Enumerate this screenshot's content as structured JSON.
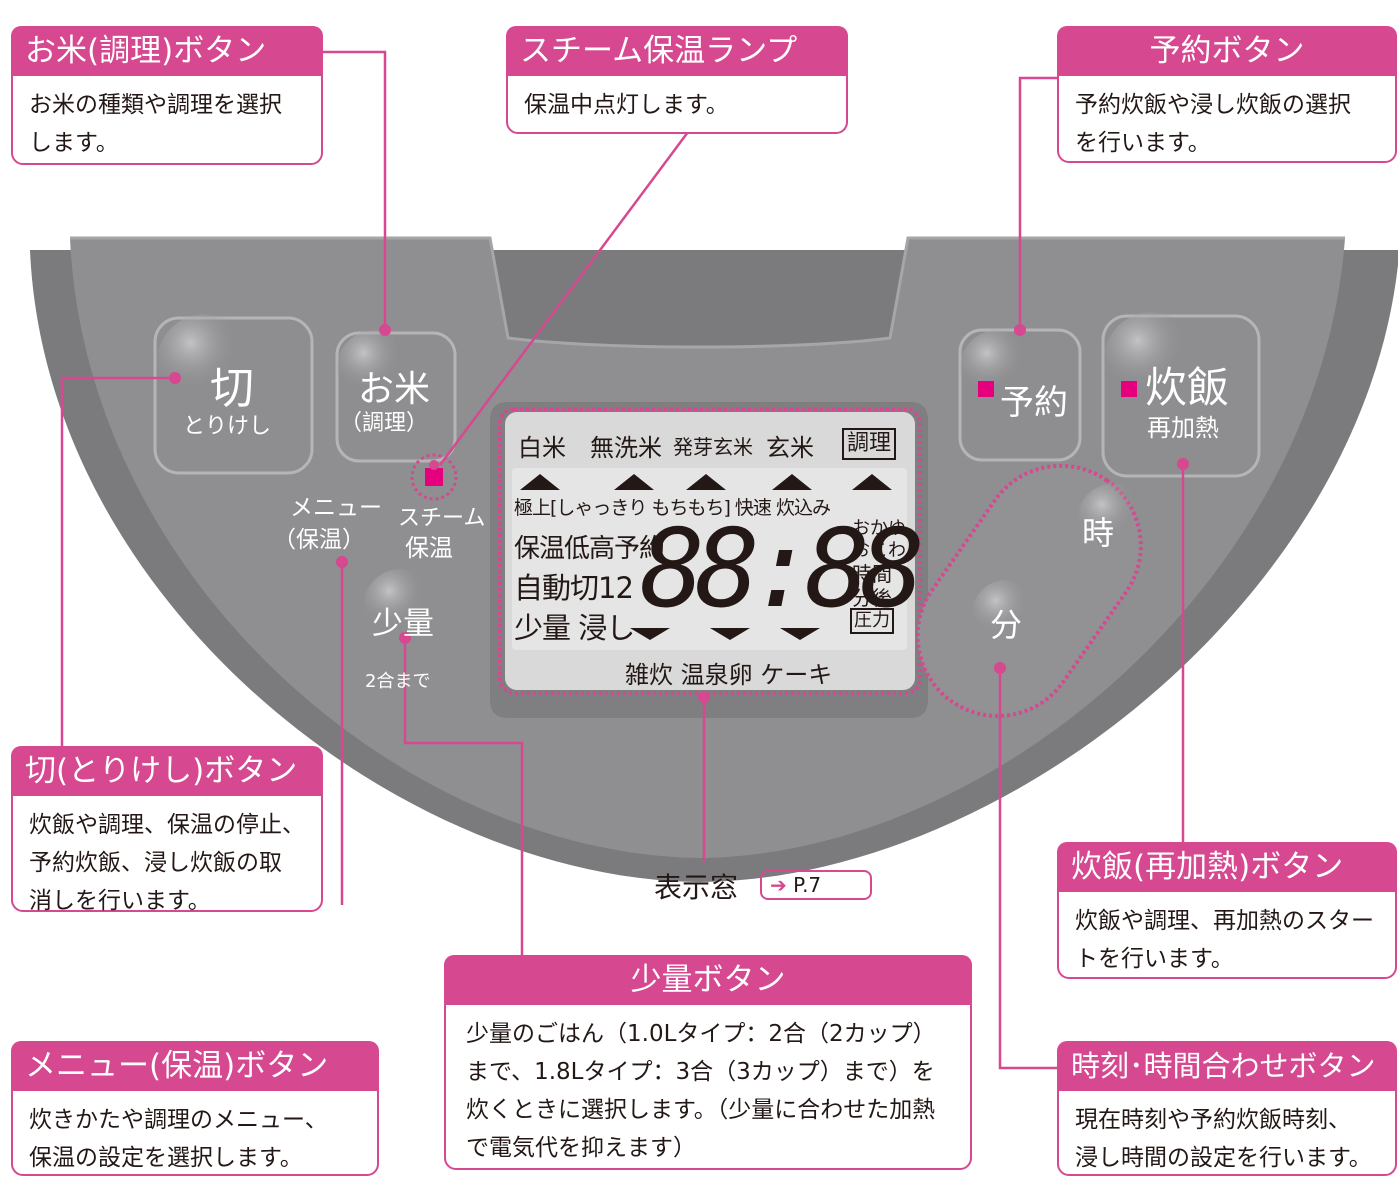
{
  "callouts": {
    "okome": {
      "title": "お米(調理)ボタン",
      "lines": [
        "お米の種類や調理を選択",
        "します。"
      ]
    },
    "steam": {
      "title": "スチーム保温ランプ",
      "lines": [
        "保温中点灯します。"
      ]
    },
    "yoyaku": {
      "title": "予約ボタン",
      "lines": [
        "予約炊飯や浸し炊飯の選択",
        "を行います。"
      ]
    },
    "kiri": {
      "title": "切(とりけし)ボタン",
      "lines": [
        "炊飯や調理、保温の停止、",
        "予約炊飯、浸し炊飯の取",
        "消しを行います。"
      ]
    },
    "suihan": {
      "title": "炊飯(再加熱)ボタン",
      "lines": [
        "炊飯や調理、再加熱のスター",
        "トを行います。"
      ]
    },
    "menu": {
      "title": "メニュー(保温)ボタン",
      "lines": [
        "炊きかたや調理のメニュー、",
        "保温の設定を選択します。"
      ]
    },
    "shoryo": {
      "title": "少量ボタン",
      "lines": [
        "少量のごはん（1.0Lタイプ：2合（2カップ）",
        "まで、1.8Lタイプ：3合（3カップ）まで）を",
        "炊くときに選択します。（少量に合わせた加熱",
        "で電気代を抑えます）"
      ]
    },
    "jikoku": {
      "title": "時刻･時間合わせボタン",
      "lines": [
        "現在時刻や予約炊飯時刻、",
        "浸し時間の設定を行います。"
      ]
    }
  },
  "display_window": {
    "label": "表示窓",
    "page_ref": "P.7"
  },
  "panel": {
    "kiri_main": "切",
    "kiri_sub": "とりけし",
    "okome_main": "お米",
    "okome_sub": "（調理）",
    "menu_line1": "メニュー",
    "menu_line2": "（保温）",
    "steam_line1": "スチーム",
    "steam_line2": "保温",
    "shoryo_main": "少量",
    "shoryo_sub": "2合まで",
    "yoyaku": "予約",
    "suihan_main": "炊飯",
    "suihan_sub": "再加熱",
    "ji": "時",
    "fun": "分"
  },
  "lcd": {
    "menu_row": [
      "白米",
      "無洗米",
      "発芽玄米",
      "玄米",
      "調理"
    ],
    "mode_row": "極上[しゃっきり もちもち] 快速 炊込み",
    "left_col": [
      "保温低高予約",
      "自動切12",
      "少量 浸し"
    ],
    "right_col": [
      "おかゆ",
      "おこわ",
      "時間",
      "分後",
      "圧力"
    ],
    "digits": "88:88",
    "bottom_row": "雑炊 温泉卵 ケーキ"
  },
  "colors": {
    "accent": "#d6488f",
    "panel": "#8b8b8d",
    "lcd": "#d9d9d9",
    "lamp": "#e5007f"
  }
}
